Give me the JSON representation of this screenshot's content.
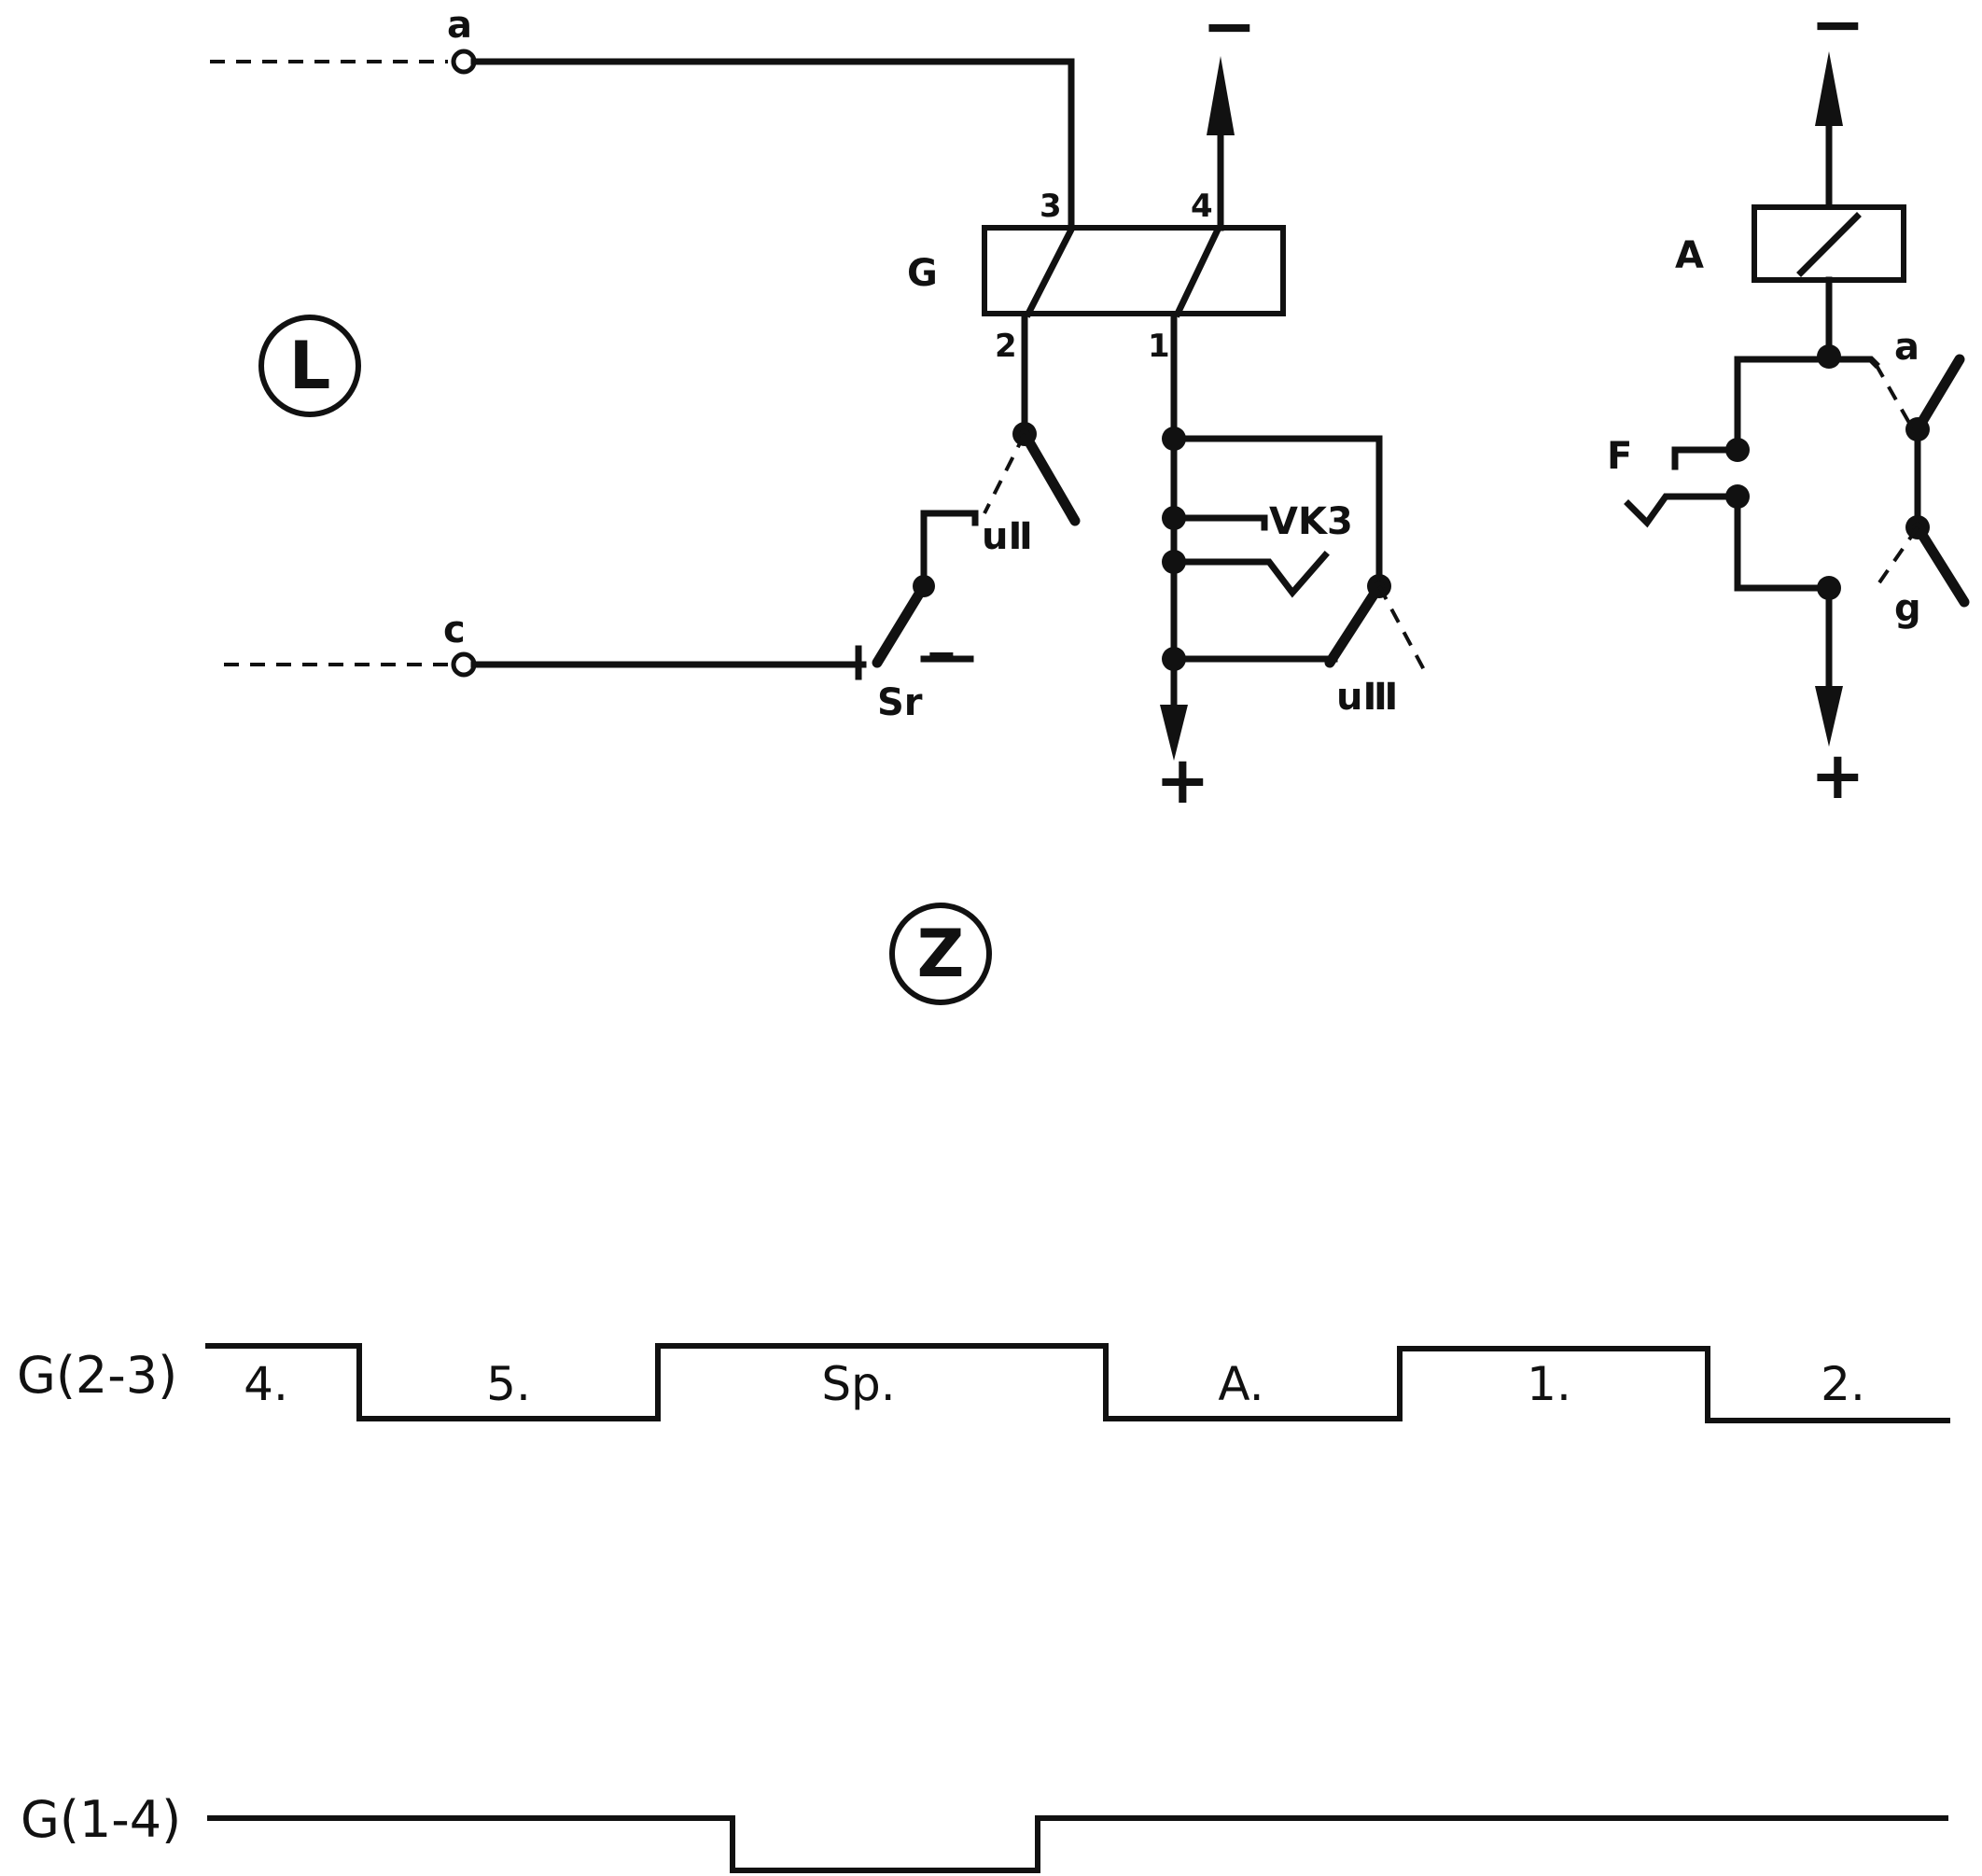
{
  "circuit": {
    "terminal_a": "a",
    "terminal_c": "c",
    "sr_label": "Sr",
    "relay_g_label": "G",
    "pin_1": "1",
    "pin_2": "2",
    "pin_3": "3",
    "pin_4": "4",
    "contact_u_upper": "uⅡ",
    "contact_u_lower": "uⅢ",
    "vk3_label": "VK3",
    "minus_sign": "−",
    "plus_sign": "+",
    "circle_l": "L",
    "circle_z": "Z",
    "relay_a_label": "A",
    "contact_a_label": "a",
    "contact_g_label": "g",
    "f_label": "F"
  },
  "timing": {
    "g23": {
      "label": "G(2-3)",
      "segments": [
        "4.",
        "5.",
        "Sp.",
        "A.",
        "1.",
        "2."
      ],
      "levels": [
        1,
        0,
        1,
        0,
        1,
        0
      ]
    },
    "g14": {
      "label": "G(1-4)",
      "levels": [
        1,
        0,
        1
      ]
    }
  }
}
